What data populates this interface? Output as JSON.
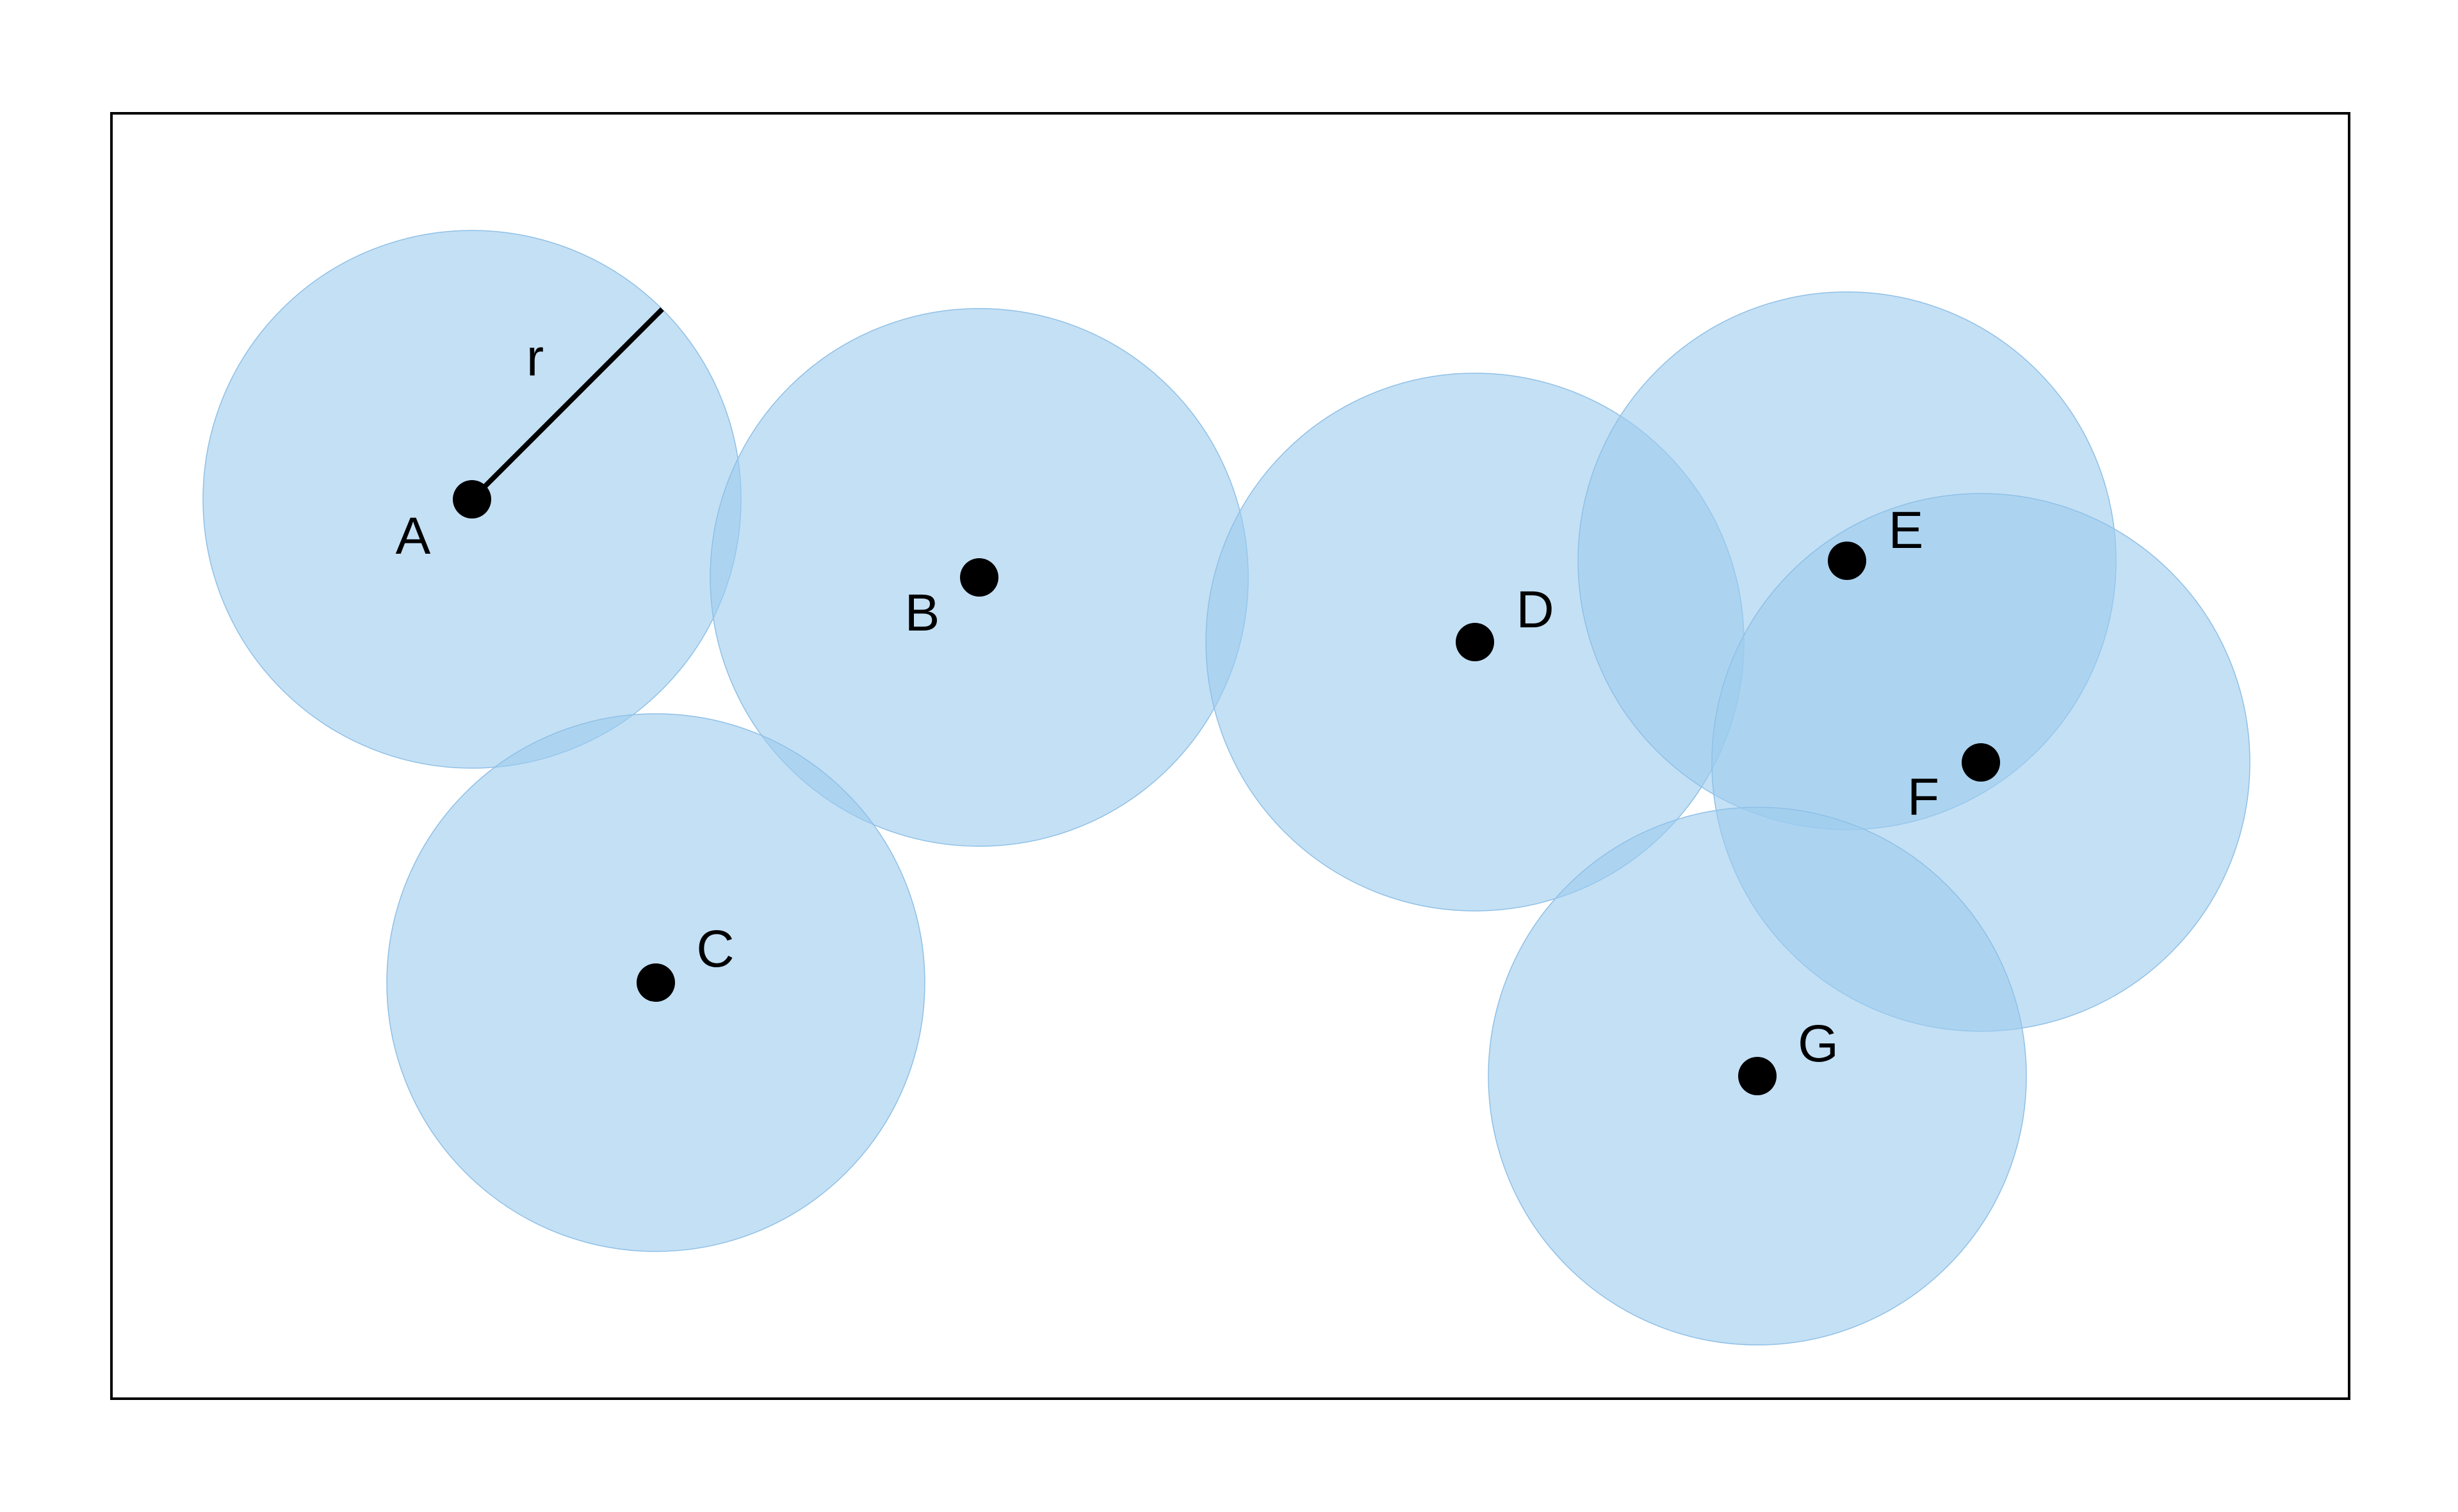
{
  "diagram": {
    "kind": "disk-coverage",
    "radius_label": "r",
    "radius_shown_on": "A",
    "colors": {
      "disk_fill": "#9ccbee",
      "disk_stroke": "#8fc0e6",
      "center": "#000000",
      "frame": "#000000"
    },
    "points": [
      {
        "label": "A"
      },
      {
        "label": "B"
      },
      {
        "label": "C"
      },
      {
        "label": "D"
      },
      {
        "label": "E"
      },
      {
        "label": "F"
      },
      {
        "label": "G"
      }
    ]
  }
}
